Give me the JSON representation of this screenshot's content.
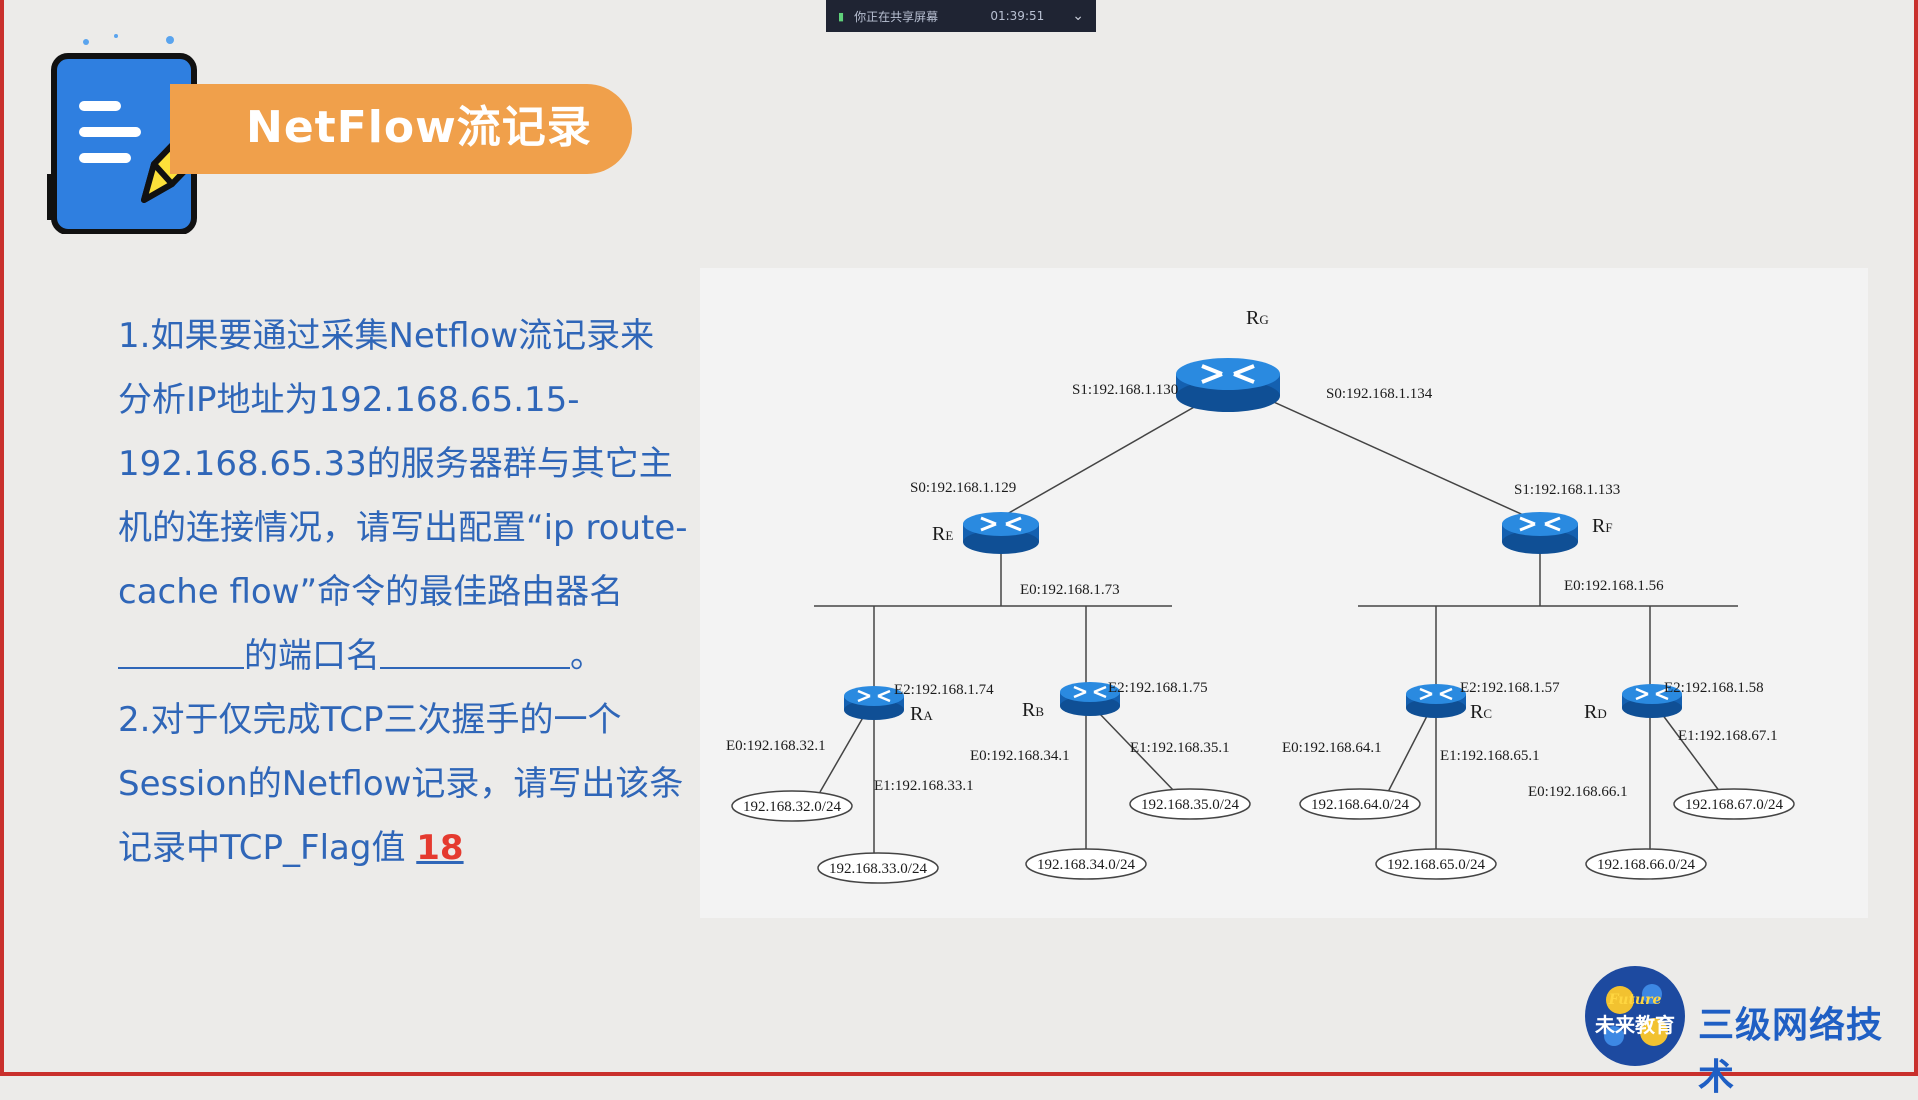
{
  "share_bar": {
    "status": "你正在共享屏幕",
    "time": "01:39:51"
  },
  "title": "NetFlow流记录",
  "question": {
    "q1_text_a": "1.如果要通过采集Netflow流记录来分析IP地址为192.168.65.15-192.168.65.33的服务器群与其它主机的连接情况，请写出配置“ip route-cache flow”命令的最佳路由器名",
    "q1_text_b": "的端口名",
    "q1_text_end": "。",
    "q2_text": "2.对于仅完成TCP三次握手的一个Session的Netflow记录，请写出该条记录中TCP_Flag值",
    "q2_answer": "18"
  },
  "diagram": {
    "routers": {
      "rg": {
        "name": "R",
        "sub": "G"
      },
      "re": {
        "name": "R",
        "sub": "E"
      },
      "rf": {
        "name": "R",
        "sub": "F"
      },
      "ra": {
        "name": "R",
        "sub": "A"
      },
      "rb": {
        "name": "R",
        "sub": "B"
      },
      "rc": {
        "name": "R",
        "sub": "C"
      },
      "rd": {
        "name": "R",
        "sub": "D"
      }
    },
    "labels": {
      "rg_s1": "S1:192.168.1.130",
      "rg_s0": "S0:192.168.1.134",
      "re_s0": "S0:192.168.1.129",
      "rf_s1": "S1:192.168.1.133",
      "re_e0": "E0:192.168.1.73",
      "rf_e0": "E0:192.168.1.56",
      "ra_e2": "E2:192.168.1.74",
      "rb_e2": "E2:192.168.1.75",
      "rc_e2": "E2:192.168.1.57",
      "rd_e2": "E2:192.168.1.58",
      "ra_e0": "E0:192.168.32.1",
      "ra_e1": "E1:192.168.33.1",
      "rb_e0": "E0:192.168.34.1",
      "rb_e1": "E1:192.168.35.1",
      "rc_e0": "E0:192.168.64.1",
      "rc_e1": "E1:192.168.65.1",
      "rd_e0": "E0:192.168.66.1",
      "rd_e1": "E1:192.168.67.1"
    },
    "networks": {
      "n32": "192.168.32.0/24",
      "n33": "192.168.33.0/24",
      "n34": "192.168.34.0/24",
      "n35": "192.168.35.0/24",
      "n64": "192.168.64.0/24",
      "n65": "192.168.65.0/24",
      "n66": "192.168.66.0/24",
      "n67": "192.168.67.0/24"
    }
  },
  "logo": {
    "badge": "Future",
    "name": "未来教育",
    "course": "三级网络技术"
  },
  "colors": {
    "accent": "#f0a04b",
    "question_text": "#2f66b8",
    "answer": "#e53a2f",
    "router": "#1a72c4"
  }
}
